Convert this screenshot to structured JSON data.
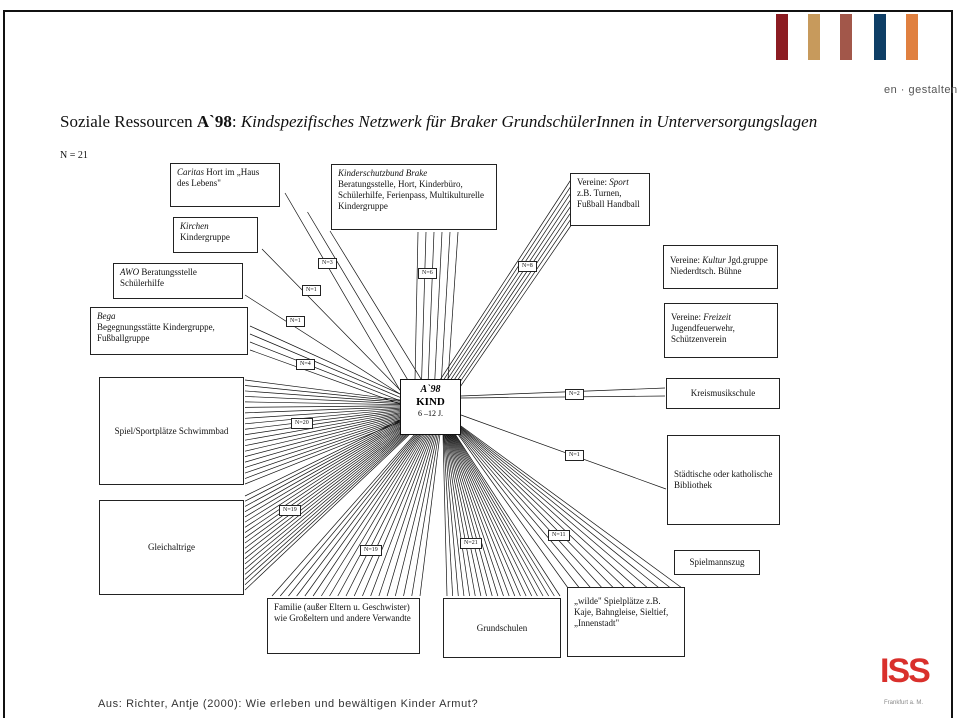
{
  "header": {
    "tagline": "en · gestalten",
    "stripe_colors": [
      "#8c1c22",
      "#c79a5c",
      "#a2574a",
      "#0e3e66",
      "#e08040"
    ]
  },
  "title": {
    "part1": "Soziale Ressourcen ",
    "bold": "A`98",
    "part2": ": ",
    "italic": "Kindspezifisches Netzwerk für Braker GrundschülerInnen in Unterversorgungslagen"
  },
  "sample_size": "N = 21",
  "center": {
    "line1": "A`98",
    "line2": "KIND",
    "line3": "6 –12 J."
  },
  "nodes": [
    {
      "id": "caritas",
      "italic": "Caritas",
      "text": " Hort im „Haus des Lebens\"",
      "count": "N=3",
      "lines": 3
    },
    {
      "id": "kinderschutzbund",
      "italic": "Kinderschutzbund Brake",
      "text": "Beratungsstelle, Hort, Kinderbüro, Schülerhilfe, Ferienpass, Multikulturelle Kindergruppe",
      "count": "N=6",
      "lines": 6
    },
    {
      "id": "sport",
      "italic": "Sport",
      "text_pre": "Vereine: ",
      "text": " z.B. Turnen, Fußball Handball",
      "count": "N=8",
      "lines": 8
    },
    {
      "id": "kirchen",
      "italic": "Kirchen",
      "text": "Kindergruppe",
      "count": "N=1",
      "lines": 1
    },
    {
      "id": "awo",
      "italic": "AWO",
      "text": " Beratungsstelle Schülerhilfe",
      "count": "N=1",
      "lines": 1
    },
    {
      "id": "bega",
      "italic": "Bega",
      "text": "Begegnungsstätte Kindergruppe, Fußballgruppe",
      "count": "N=4",
      "lines": 4
    },
    {
      "id": "spielplaetze",
      "italic": "",
      "text": "Spiel/Sportplätze Schwimmbad",
      "count": "N=20",
      "lines": 20
    },
    {
      "id": "gleichaltrige",
      "italic": "",
      "text": "Gleichaltrige",
      "count": "N=19",
      "lines": 19
    },
    {
      "id": "familie",
      "italic": "",
      "text": "Familie (außer Eltern u. Geschwister) wie Großeltern und andere Verwandte",
      "count": "N=19",
      "lines": 19
    },
    {
      "id": "grundschulen",
      "italic": "",
      "text": "Grundschulen",
      "count": "N=21",
      "lines": 21
    },
    {
      "id": "wilde",
      "italic": "",
      "text": "„wilde\" Spielplätze z.B. Kaje, Bahngleise, Sieltief, „Innenstadt\"",
      "count": "N=11",
      "lines": 11
    },
    {
      "id": "kreismusikschule",
      "italic": "",
      "text": "Kreismusikschule",
      "count": "N=2",
      "lines": 2
    },
    {
      "id": "bibliothek",
      "italic": "",
      "text": "Städtische oder katholische Bibliothek",
      "count": "N=1",
      "lines": 1
    },
    {
      "id": "kultur",
      "italic": "Kultur",
      "text_pre": "Vereine: ",
      "text": " Jgd.gruppe Niederdtsch. Bühne",
      "count": "",
      "lines": 0
    },
    {
      "id": "freizeit",
      "italic": "Freizeit",
      "text_pre": "Vereine: ",
      "text": " Jugendfeuerwehr, Schützenverein",
      "count": "",
      "lines": 0
    },
    {
      "id": "spielmannszug",
      "italic": "",
      "text": "Spielmannszug",
      "count": "",
      "lines": 0
    }
  ],
  "source": "Aus: Richter, Antje (2000): Wie erleben und bewältigen Kinder Armut?",
  "logo": {
    "text": "ISS",
    "sub": "Frankfurt a. M."
  }
}
